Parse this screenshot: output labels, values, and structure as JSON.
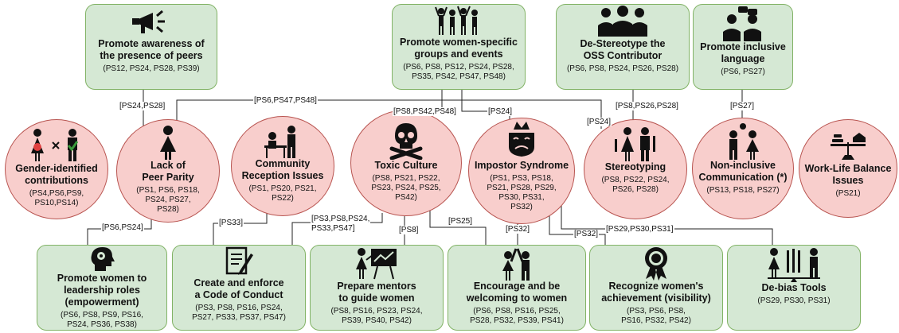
{
  "solutions_top": [
    {
      "title": "Promote awareness of\nthe presence of peers",
      "refs": "(PS12, PS24, PS28, PS39)",
      "icon": "megaphone-icon"
    },
    {
      "title": "Promote women-specific\ngroups and events",
      "refs": "(PS6, PS8, PS12, PS24, PS28,\nPS35, PS42, PS47, PS48)",
      "icon": "group-celebration-icon"
    },
    {
      "title": "De-Stereotype the\nOSS Contributor",
      "refs": "(PS6, PS8, PS24, PS26, PS28)",
      "icon": "team-people-icon"
    },
    {
      "title": "Promote inclusive\nlanguage",
      "refs": "(PS6, PS27)",
      "icon": "conversation-icon"
    }
  ],
  "challenges": [
    {
      "title": "Gender-identified\ncontributions",
      "refs": "(PS4,PS6,PS9,\nPS10,PS14)",
      "icon": "gender-identity-icon"
    },
    {
      "title": "Lack of\nPeer Parity",
      "refs": "(PS1, PS6, PS18,\nPS24, PS27,\nPS28)",
      "icon": "woman-icon"
    },
    {
      "title": "Community\nReception Issues",
      "refs": "(PS1, PS20, PS21,\nPS22)",
      "icon": "desk-meeting-icon"
    },
    {
      "title": "Toxic Culture",
      "refs": "(PS8, PS21, PS22,\nPS23, PS24, PS25,\nPS42)",
      "icon": "skull-crossbones-icon"
    },
    {
      "title": "Impostor Syndrome",
      "refs": "(PS1, PS3, PS18,\nPS21, PS28, PS29,\nPS30, PS31,\nPS32)",
      "icon": "crowned-masks-icon"
    },
    {
      "title": "Stereotyping",
      "refs": "(PS8, PS22, PS24,\nPS26, PS28)",
      "icon": "stereotype-people-icon"
    },
    {
      "title": "Non-inclusive\nCommunication (*)",
      "refs": "(PS13, PS18, PS27)",
      "icon": "talking-people-icon"
    },
    {
      "title": "Work-Life Balance\nIssues",
      "refs": "(PS21)",
      "icon": "balance-scale-icon"
    }
  ],
  "solutions_bottom": [
    {
      "title": "Promote women to\nleadership roles\n(empowerment)",
      "refs": "(PS6, PS8, PS9, PS16,\nPS24, PS36, PS38)",
      "icon": "head-gears-icon"
    },
    {
      "title": "Create and enforce\na Code of Conduct",
      "refs": "(PS3, PS8, PS16, PS24,\nPS27, PS33, PS37, PS47)",
      "icon": "code-of-conduct-document-icon"
    },
    {
      "title": "Prepare mentors\nto guide women",
      "refs": "(PS8, PS16, PS23, PS24,\nPS39, PS40, PS42)",
      "icon": "mentor-board-icon"
    },
    {
      "title": "Encourage and be\nwelcoming to women",
      "refs": "(PS6, PS8, PS16, PS25,\nPS28, PS32, PS39, PS41)",
      "icon": "high-five-icon"
    },
    {
      "title": "Recognize women's\nachievement (visibility)",
      "refs": "(PS3, PS6, PS8,\nPS16, PS32, PS42)",
      "icon": "award-ribbon-icon"
    },
    {
      "title": "De-bias Tools",
      "refs": "(PS29, PS30, PS31)",
      "icon": "tools-balance-icon"
    }
  ],
  "edge_labels": {
    "awareness_peer": "[PS24,PS28]",
    "groups_peer": "[PS6,PS47,PS48]",
    "groups_toxic": "[PS8,PS42,PS48]",
    "groups_impostor": "[PS24]",
    "groups_stereo": "[PS24]",
    "destereo_stereo": "[PS8,PS26,PS28]",
    "inclusive_noninc": "[PS27]",
    "peer_leadership": "[PS6,PS24]",
    "community_code": "[PS33]",
    "toxic_code": "[PS3,PS8,PS24,\nPS33,PS47]",
    "toxic_mentors": "[PS8]",
    "toxic_encourage": "[PS25]",
    "impostor_encourage": "[PS32]",
    "impostor_recognize": "[PS32]",
    "impostor_debias": "[PS29,PS30,PS31]"
  }
}
